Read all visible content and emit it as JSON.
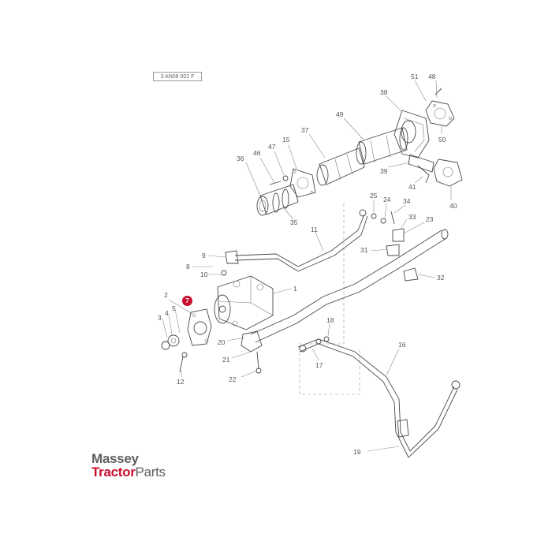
{
  "diagram": {
    "reference_code": "3 AN08 002 F",
    "highlighted_part": "7",
    "part_labels": [
      "1",
      "2",
      "3",
      "4",
      "5",
      "7",
      "8",
      "9",
      "10",
      "11",
      "12",
      "15",
      "16",
      "17",
      "18",
      "19",
      "20",
      "21",
      "22",
      "23",
      "24",
      "25",
      "31",
      "32",
      "33",
      "34",
      "35",
      "36",
      "37",
      "38",
      "39",
      "40",
      "41",
      "46",
      "47",
      "48",
      "49",
      "50",
      "51"
    ],
    "accent_color": "#c8102e",
    "line_color": "#4a4a4a"
  },
  "brand": {
    "line1": "Massey",
    "line2_red": "Tractor",
    "line2_gray": "Parts"
  }
}
